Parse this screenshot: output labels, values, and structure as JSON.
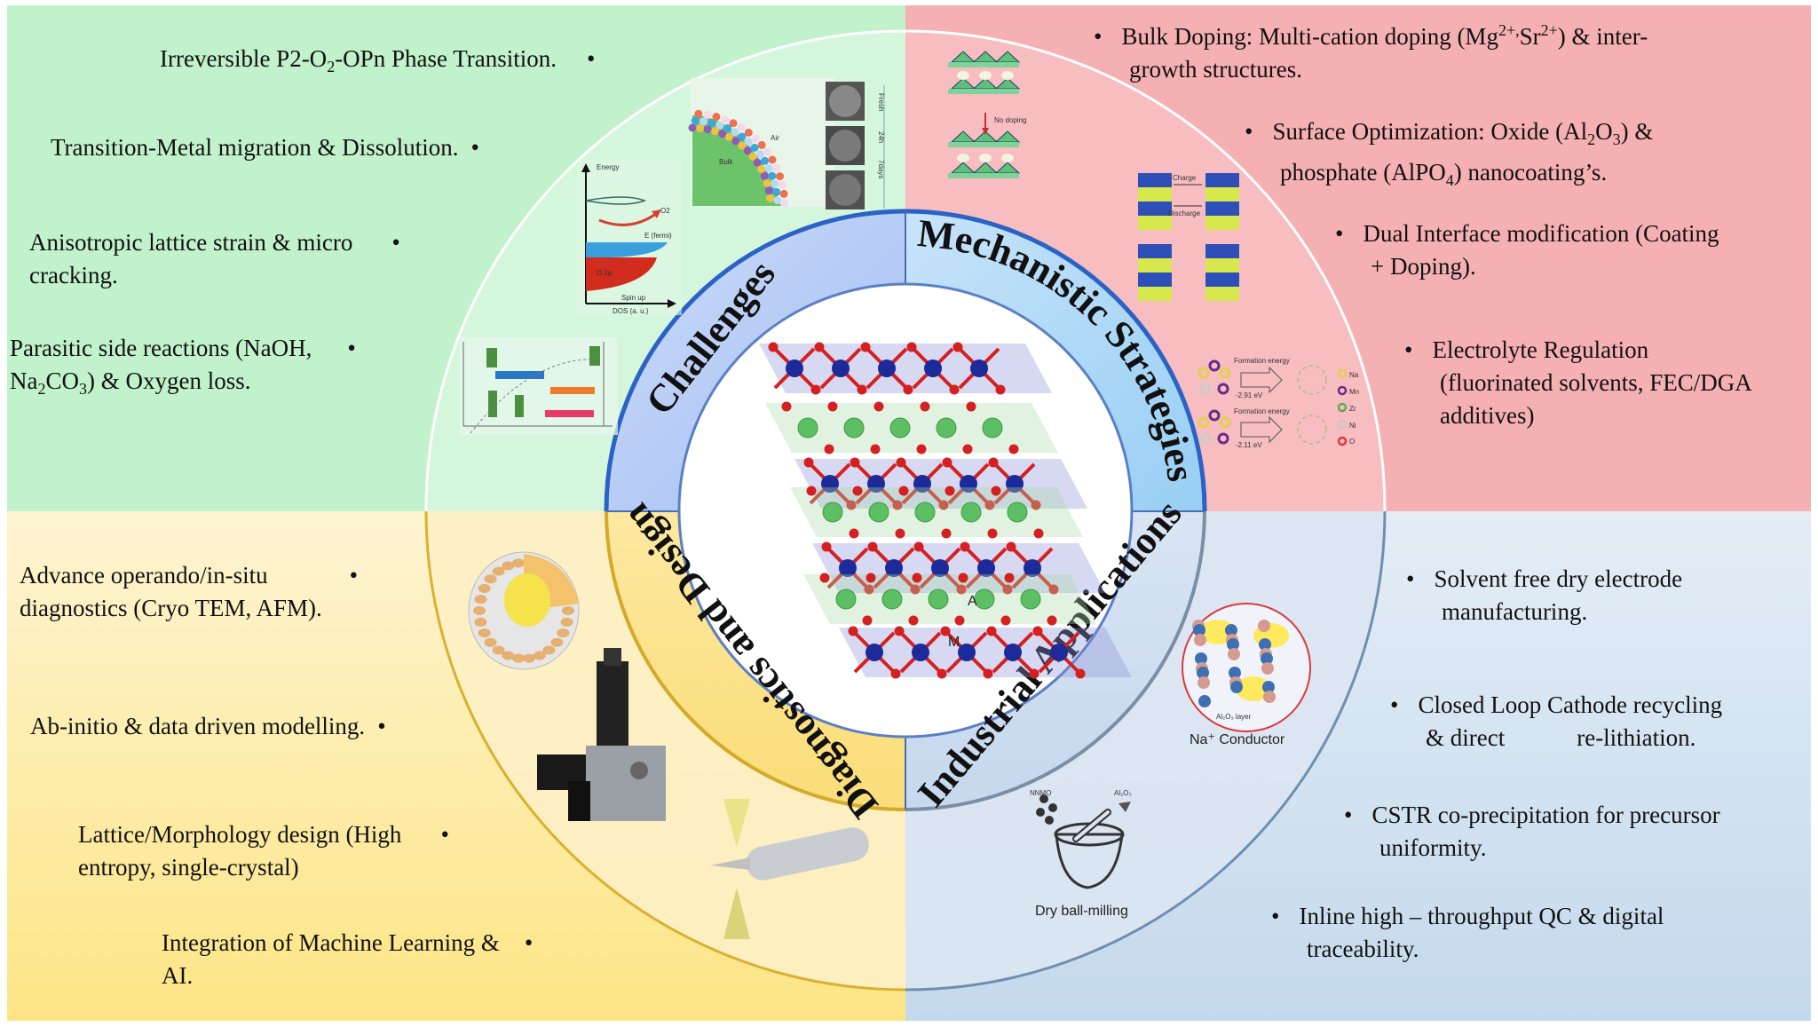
{
  "title": "Sodium-ion layered oxide cathode roadmap",
  "center": {
    "image": "layered-oxide-crystal-structure",
    "labels": {
      "a_site": "A",
      "m_site": "M"
    },
    "colors": {
      "oxygen": "#d42020",
      "transition_metal": "#1c2a9a",
      "alkali": "#5cbf63"
    }
  },
  "ring_labels": {
    "challenges": "Challenges",
    "mechanistic_strategies": "Mechanistic Strategies",
    "diagnostics_design": "Diagnostics and Design",
    "industrial_applications": "Industrial Applications"
  },
  "quadrants": {
    "challenges": {
      "color": "#c1f2cc",
      "items": [
        {
          "parts": [
            [
              "Irreversible P2-O",
              ""
            ],
            [
              "2",
              "sub"
            ],
            [
              "-OPn Phase Transition.",
              ""
            ]
          ]
        },
        {
          "parts": [
            [
              "Transition-Metal migration & Dissolution.",
              ""
            ]
          ]
        },
        {
          "line1": "Anisotropic lattice strain &  micro",
          "line2": "cracking."
        },
        {
          "line1": "Parasitic side reactions (NaOH,",
          "line2_parts": [
            [
              "Na",
              ""
            ],
            [
              "2",
              "sub"
            ],
            [
              "CO",
              ""
            ],
            [
              "3",
              "sub"
            ],
            [
              ") & Oxygen loss.",
              ""
            ]
          ]
        }
      ],
      "figures": {
        "dos": {
          "y_axis": "Energy",
          "x_axis": "DOS (a. u.)",
          "spin": "Spin up",
          "fermi": "E (fermi)",
          "band": "O 2p",
          "gas": "O2"
        },
        "surface": {
          "timeline": [
            "Fresh",
            "24h",
            "7days"
          ],
          "region_labels": [
            "Bulk",
            "Air"
          ]
        }
      }
    },
    "mechanistic_strategies": {
      "color": "#f5b0b3",
      "items": [
        {
          "line1_parts": [
            [
              "Bulk Doping: Multi-cation doping (Mg",
              ""
            ],
            [
              "2+,",
              "sup"
            ],
            [
              "Sr",
              ""
            ],
            [
              "2+",
              "sup"
            ],
            [
              ") & inter-",
              ""
            ]
          ],
          "line2": "growth structures."
        },
        {
          "line1_parts": [
            [
              "Surface Optimization: Oxide (Al",
              ""
            ],
            [
              "2",
              "sub"
            ],
            [
              "O",
              ""
            ],
            [
              "3",
              "sub"
            ],
            [
              ") &",
              ""
            ]
          ],
          "line2_parts": [
            [
              "phosphate (AlPO",
              ""
            ],
            [
              "4",
              "sub"
            ],
            [
              ") nanocoating’s.",
              ""
            ]
          ]
        },
        {
          "line1": "Dual Interface modification (Coating",
          "line2": "+ Doping)."
        },
        {
          "line1": "Electrolyte Regulation",
          "line2": "(fluorinated solvents, FEC/DGA",
          "line3": "additives)"
        }
      ],
      "figures": {
        "layers": {
          "annotation": "No doping"
        },
        "phases": {
          "labels": [
            "Charge",
            "Discharge"
          ]
        },
        "formation": {
          "title": "Formation energy",
          "values": [
            "-2.91 eV",
            "-2.11 eV"
          ],
          "legend": [
            "Na",
            "Mn",
            "Zr",
            "Ni",
            "O"
          ]
        }
      }
    },
    "diagnostics_design": {
      "color": "#fde585",
      "items": [
        {
          "line1": "Advance operando/in-situ",
          "line2": "diagnostics (Cryo TEM, AFM)."
        },
        {
          "line1": "Ab-initio & data driven modelling."
        },
        {
          "line1": "Lattice/Morphology design (High",
          "line2": "entropy, single-crystal)"
        },
        {
          "line1": "Integration of Machine Learning &",
          "line2": "AI."
        }
      ]
    },
    "industrial_applications": {
      "color": "#c4d9ec",
      "items": [
        {
          "line1": "Solvent free dry electrode",
          "line2": "manufacturing."
        },
        {
          "line1": "Closed Loop Cathode recycling",
          "line2": "& direct            re-lithiation."
        },
        {
          "line1": "CSTR co-precipitation for precursor",
          "line2": "uniformity."
        },
        {
          "line1": "Inline high – throughput QC & digital",
          "line2": "traceability."
        }
      ],
      "figures": {
        "conductor": {
          "caption": "Na⁺ Conductor",
          "layer": "Al₂O₃ layer",
          "ion": "Na⁺"
        },
        "milling": {
          "caption": "Dry ball-milling",
          "inputs": [
            "NNMO",
            "Al₂O₃"
          ]
        }
      }
    }
  }
}
